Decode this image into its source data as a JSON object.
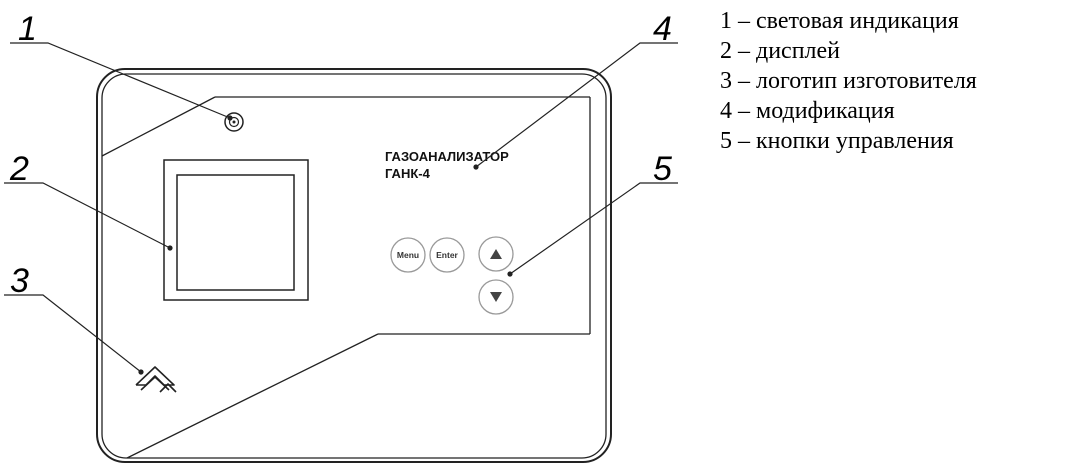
{
  "device": {
    "title_line1": "ГАЗОАНАЛИЗАТОР",
    "title_line2": "ГАНК-4",
    "buttons": {
      "menu": "Menu",
      "enter": "Enter"
    }
  },
  "callouts": [
    "1",
    "2",
    "3",
    "4",
    "5"
  ],
  "legend": [
    "1 – световая индикация",
    "2 – дисплей",
    "3 – логотип изготовителя",
    "4 – модификация",
    "5 – кнопки управления"
  ],
  "colors": {
    "outline": "#222222",
    "button_outline": "#999999",
    "arrow_fill": "#444444"
  },
  "icons": [
    "indicator-light-icon",
    "manufacturer-logo-icon",
    "arrow-up-icon",
    "arrow-down-icon"
  ]
}
